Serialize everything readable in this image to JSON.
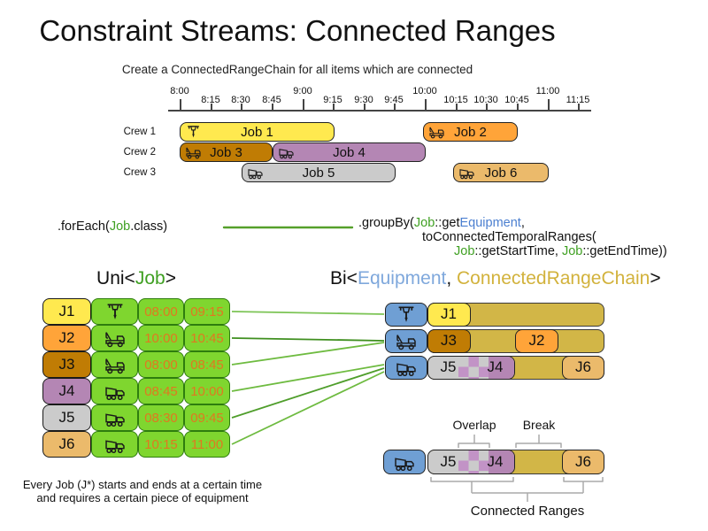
{
  "title": "Constraint Streams: Connected Ranges",
  "subtitle": "Create a ConnectedRangeChain for all items which are connected",
  "timeline": {
    "ticks": [
      "8:00",
      "8:15",
      "8:30",
      "8:45",
      "9:00",
      "9:15",
      "9:30",
      "9:45",
      "10:00",
      "10:15",
      "10:30",
      "10:45",
      "11:00",
      "11:15"
    ]
  },
  "gantt": {
    "crew_labels": [
      "Crew 1",
      "Crew 2",
      "Crew 3"
    ],
    "jobs": [
      {
        "label": "Job 1",
        "crew": "Crew 1",
        "start": "8:00",
        "end": "9:15",
        "color": "#ffe94f",
        "equipment": "jackhammer"
      },
      {
        "label": "Job 2",
        "crew": "Crew 1",
        "start": "10:00",
        "end": "10:45",
        "color": "#ffa439",
        "equipment": "crane-truck"
      },
      {
        "label": "Job 3",
        "crew": "Crew 2",
        "start": "8:00",
        "end": "8:45",
        "color": "#c07c04",
        "equipment": "crane-truck"
      },
      {
        "label": "Job 4",
        "crew": "Crew 2",
        "start": "8:45",
        "end": "10:00",
        "color": "#b486b4",
        "equipment": "dump-truck"
      },
      {
        "label": "Job 5",
        "crew": "Crew 3",
        "start": "8:30",
        "end": "9:45",
        "color": "#cbcbcb",
        "equipment": "dump-truck"
      },
      {
        "label": "Job 6",
        "crew": "Crew 3",
        "start": "10:15",
        "end": "11:00",
        "color": "#ebba6b",
        "equipment": "dump-truck"
      }
    ]
  },
  "code": {
    "foreach": {
      "p1": ".forEach(",
      "p2": "Job",
      "p3": ".class)"
    },
    "groupby": {
      "l1a": ".groupBy(",
      "l1b": "Job",
      "l1c": "::get",
      "l1d": "Equipment",
      "l1e": ",",
      "l2": "toConnectedTemporalRanges(",
      "l3a": "Job",
      "l3b": "::getStartTime, ",
      "l3c": "Job",
      "l3d": "::getEndTime))"
    }
  },
  "uni": {
    "header": {
      "p1": "Uni<",
      "p2": "Job",
      "p3": ">"
    },
    "rows": [
      {
        "id": "J1",
        "equipment": "jackhammer",
        "start": "08:00",
        "end": "09:15",
        "color": "#ffe94f"
      },
      {
        "id": "J2",
        "equipment": "crane-truck",
        "start": "10:00",
        "end": "10:45",
        "color": "#ffa439"
      },
      {
        "id": "J3",
        "equipment": "crane-truck",
        "start": "08:00",
        "end": "08:45",
        "color": "#c07c04"
      },
      {
        "id": "J4",
        "equipment": "dump-truck",
        "start": "08:45",
        "end": "10:00",
        "color": "#b486b4"
      },
      {
        "id": "J5",
        "equipment": "dump-truck",
        "start": "08:30",
        "end": "09:45",
        "color": "#cbcbcb"
      },
      {
        "id": "J6",
        "equipment": "dump-truck",
        "start": "10:15",
        "end": "11:00",
        "color": "#ebba6b"
      }
    ]
  },
  "bi": {
    "header": {
      "p1": "Bi<",
      "p2": "Equipment",
      "p3": ", ",
      "p4": "ConnectedRangeChain",
      "p5": ">"
    },
    "rows": [
      {
        "equipment": "jackhammer",
        "chips": [
          {
            "label": "J1"
          }
        ]
      },
      {
        "equipment": "crane-truck",
        "chips": [
          {
            "label": "J3"
          },
          {
            "label": "J2"
          }
        ]
      },
      {
        "equipment": "dump-truck",
        "chips": [
          {
            "label": "J5"
          },
          {
            "label": "J4"
          },
          {
            "label": "J6"
          }
        ]
      }
    ]
  },
  "legend": {
    "overlap": "Overlap",
    "break": "Break",
    "connected_ranges": "Connected Ranges",
    "equipment": "dump-truck",
    "chips": [
      {
        "label": "J5"
      },
      {
        "label": "J4"
      },
      {
        "label": "J6"
      }
    ]
  },
  "footnote": {
    "line1": "Every Job (J*) starts and ends at a certain time",
    "line2": "and requires a certain piece of equipment"
  },
  "colors": {
    "job1_yellow": "#ffe94f",
    "job2_orange": "#ffa439",
    "job3_brown": "#c07c04",
    "job4_purple": "#b486b4",
    "job5_gray": "#cbcbcb",
    "job6_tan": "#ebba6b",
    "green_cell": "#7fd62f",
    "time_text": "#e07820",
    "equipment_blue": "#6f9fd4",
    "range_gold": "#d2b647",
    "code_green": "#3fa022",
    "code_blue": "#4b7fd0",
    "header_blue": "#7fa8dc",
    "header_gold": "#d2b23c",
    "connector_green": "#55a02a",
    "bracket_gray": "#aaaaaa"
  }
}
